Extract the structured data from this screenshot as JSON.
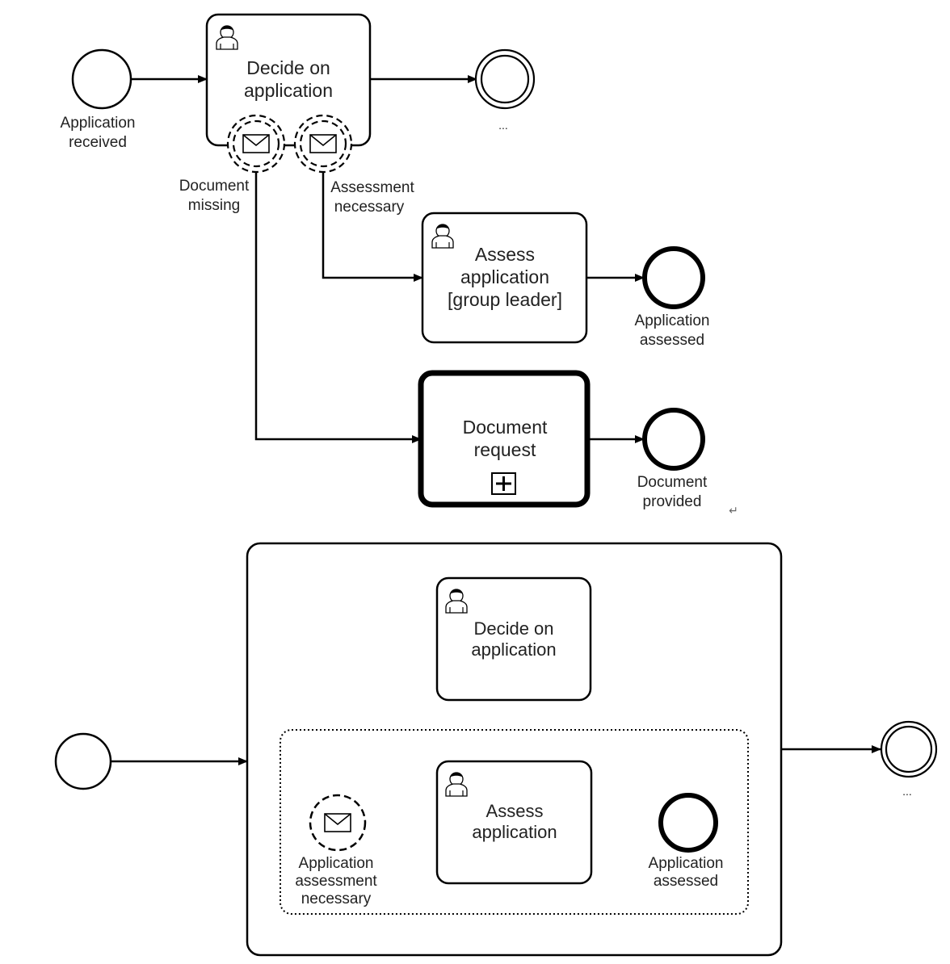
{
  "colors": {
    "stroke": "#000000",
    "fill": "#ffffff",
    "text": "#222222"
  },
  "icons": [
    "user-icon",
    "envelope-icon",
    "collapsed-subprocess-marker",
    "return-symbol"
  ],
  "top_process": {
    "start_event": {
      "label_1": "Application",
      "label_2": "received"
    },
    "decide_task": {
      "line_1": "Decide on",
      "line_2": "application"
    },
    "end_event": {
      "label": "..."
    },
    "boundary_document_missing": {
      "label_1": "Document",
      "label_2": "missing"
    },
    "boundary_assessment_necessary": {
      "label_1": "Assessment",
      "label_2": "necessary"
    },
    "assess_task": {
      "line_1": "Assess",
      "line_2": "application",
      "line_3": "[group leader]"
    },
    "assessed_end": {
      "label_1": "Application",
      "label_2": "assessed"
    },
    "document_request": {
      "line_1": "Document",
      "line_2": "request"
    },
    "provided_end": {
      "label_1": "Document",
      "label_2": "provided"
    },
    "return_mark": "↵"
  },
  "bottom_process": {
    "end_event": {
      "label": "..."
    },
    "decide_task": {
      "line_1": "Decide on",
      "line_2": "application"
    },
    "message_start": {
      "label_1": "Application",
      "label_2": "assessment",
      "label_3": "necessary"
    },
    "assess_task": {
      "line_1": "Assess",
      "line_2": "application"
    },
    "assessed_end": {
      "label_1": "Application",
      "label_2": "assessed"
    }
  }
}
